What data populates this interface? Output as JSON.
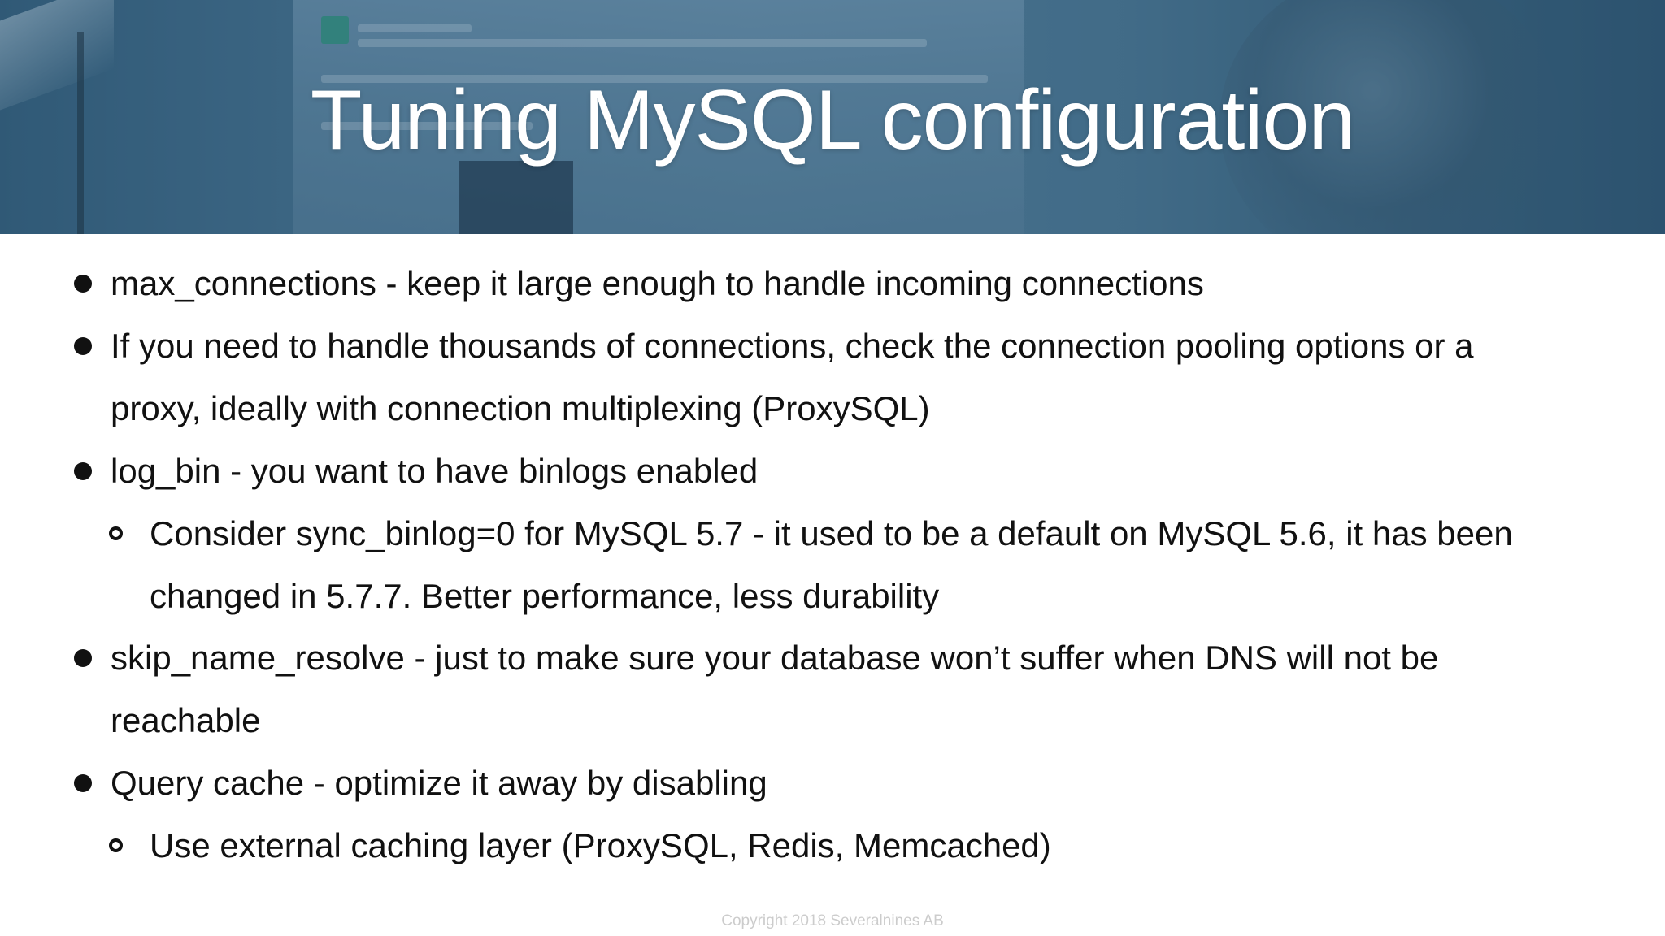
{
  "slide": {
    "title": "Tuning MySQL configuration",
    "bullets": [
      {
        "lines": [
          "max_connections - keep it large enough to handle incoming connections"
        ]
      },
      {
        "lines": [
          "If you need to handle thousands of connections, check the connection pooling options or a",
          "proxy, ideally with connection multiplexing (ProxySQL)"
        ]
      },
      {
        "lines": [
          "log_bin - you want to have binlogs enabled"
        ],
        "sub": [
          {
            "lines": [
              "Consider sync_binlog=0 for MySQL 5.7 - it used to be a default on MySQL 5.6, it has been",
              "changed in 5.7.7. Better performance, less durability"
            ]
          }
        ]
      },
      {
        "lines": [
          "skip_name_resolve - just to make sure your database won’t suffer when DNS will not be",
          "reachable"
        ]
      },
      {
        "lines": [
          "Query cache - optimize it away by disabling"
        ],
        "sub": [
          {
            "lines": [
              "Use external caching layer (ProxySQL, Redis, Memcached)"
            ]
          }
        ]
      }
    ],
    "footer": "Copyright 2018 Severalnines AB"
  }
}
